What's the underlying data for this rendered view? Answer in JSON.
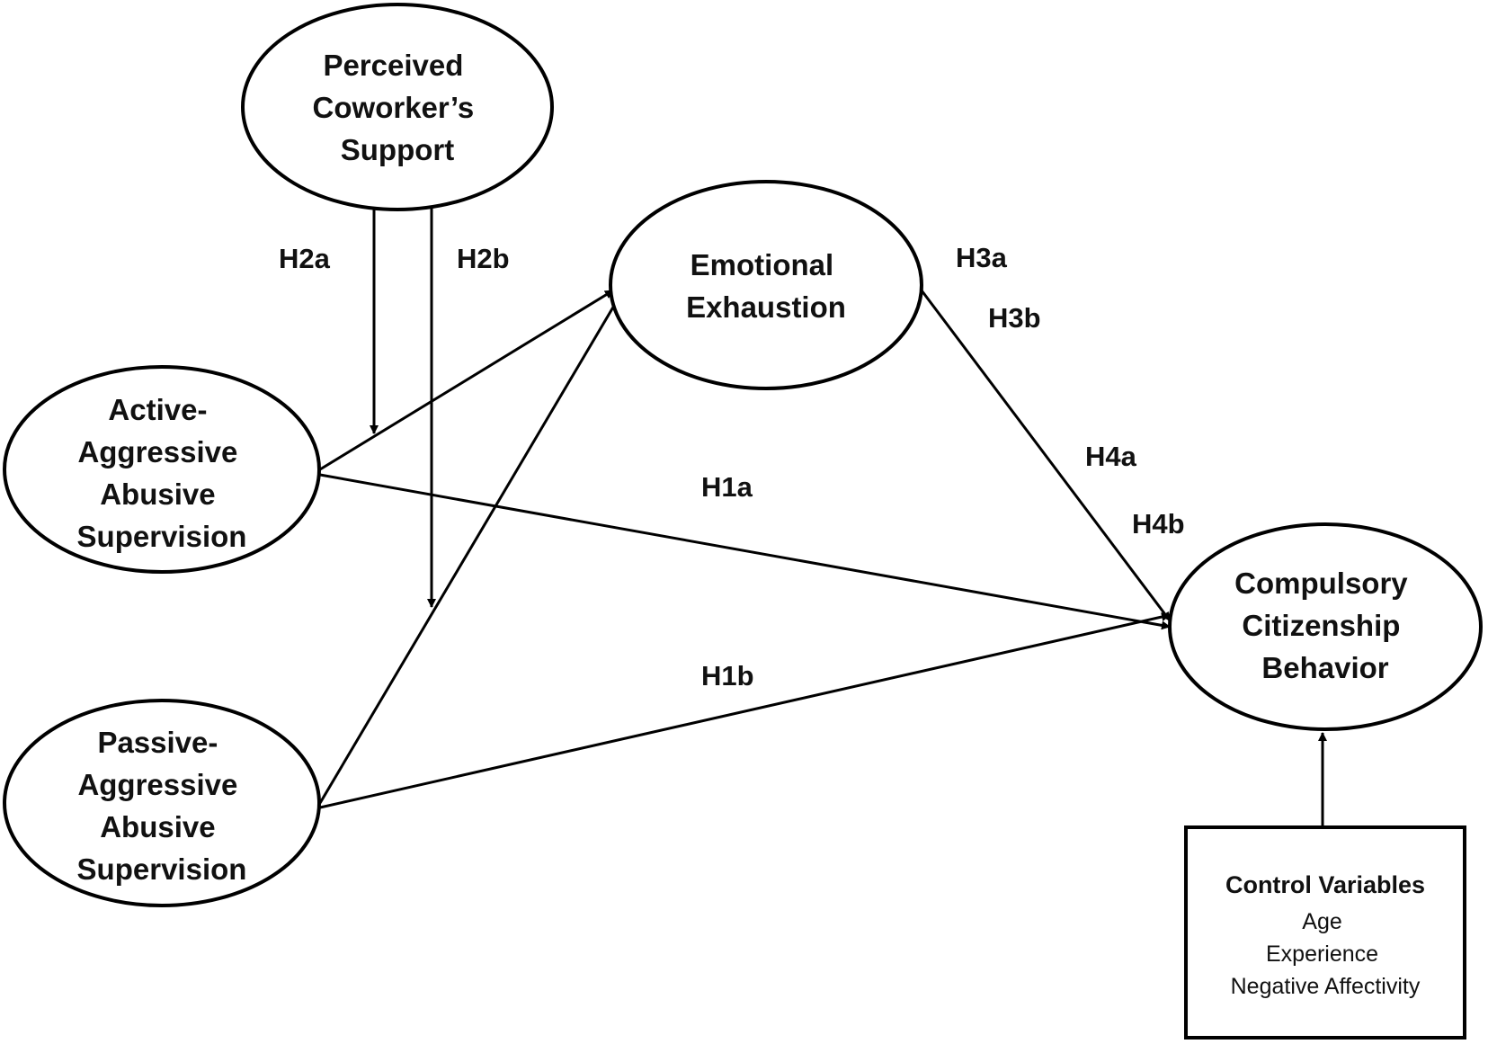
{
  "nodes": {
    "perceived_support": {
      "lines": [
        "Perceived",
        "Coworker’s",
        "Support"
      ]
    },
    "emotional_exhaustion": {
      "lines": [
        "Emotional",
        "Exhaustion"
      ]
    },
    "active_aggressive": {
      "lines": [
        "Active-",
        "Aggressive",
        "Abusive",
        "Supervision"
      ]
    },
    "passive_aggressive": {
      "lines": [
        "Passive-",
        "Aggressive",
        "Abusive",
        "Supervision"
      ]
    },
    "compulsory_citizenship": {
      "lines": [
        "Compulsory",
        "Citizenship",
        "Behavior"
      ]
    }
  },
  "control_box": {
    "title": "Control Variables",
    "items": [
      "Age",
      "Experience",
      "Negative Affectivity"
    ]
  },
  "hypotheses": {
    "h1a": "H1a",
    "h1b": "H1b",
    "h2a": "H2a",
    "h2b": "H2b",
    "h3a": "H3a",
    "h3b": "H3b",
    "h4a": "H4a",
    "h4b": "H4b"
  }
}
